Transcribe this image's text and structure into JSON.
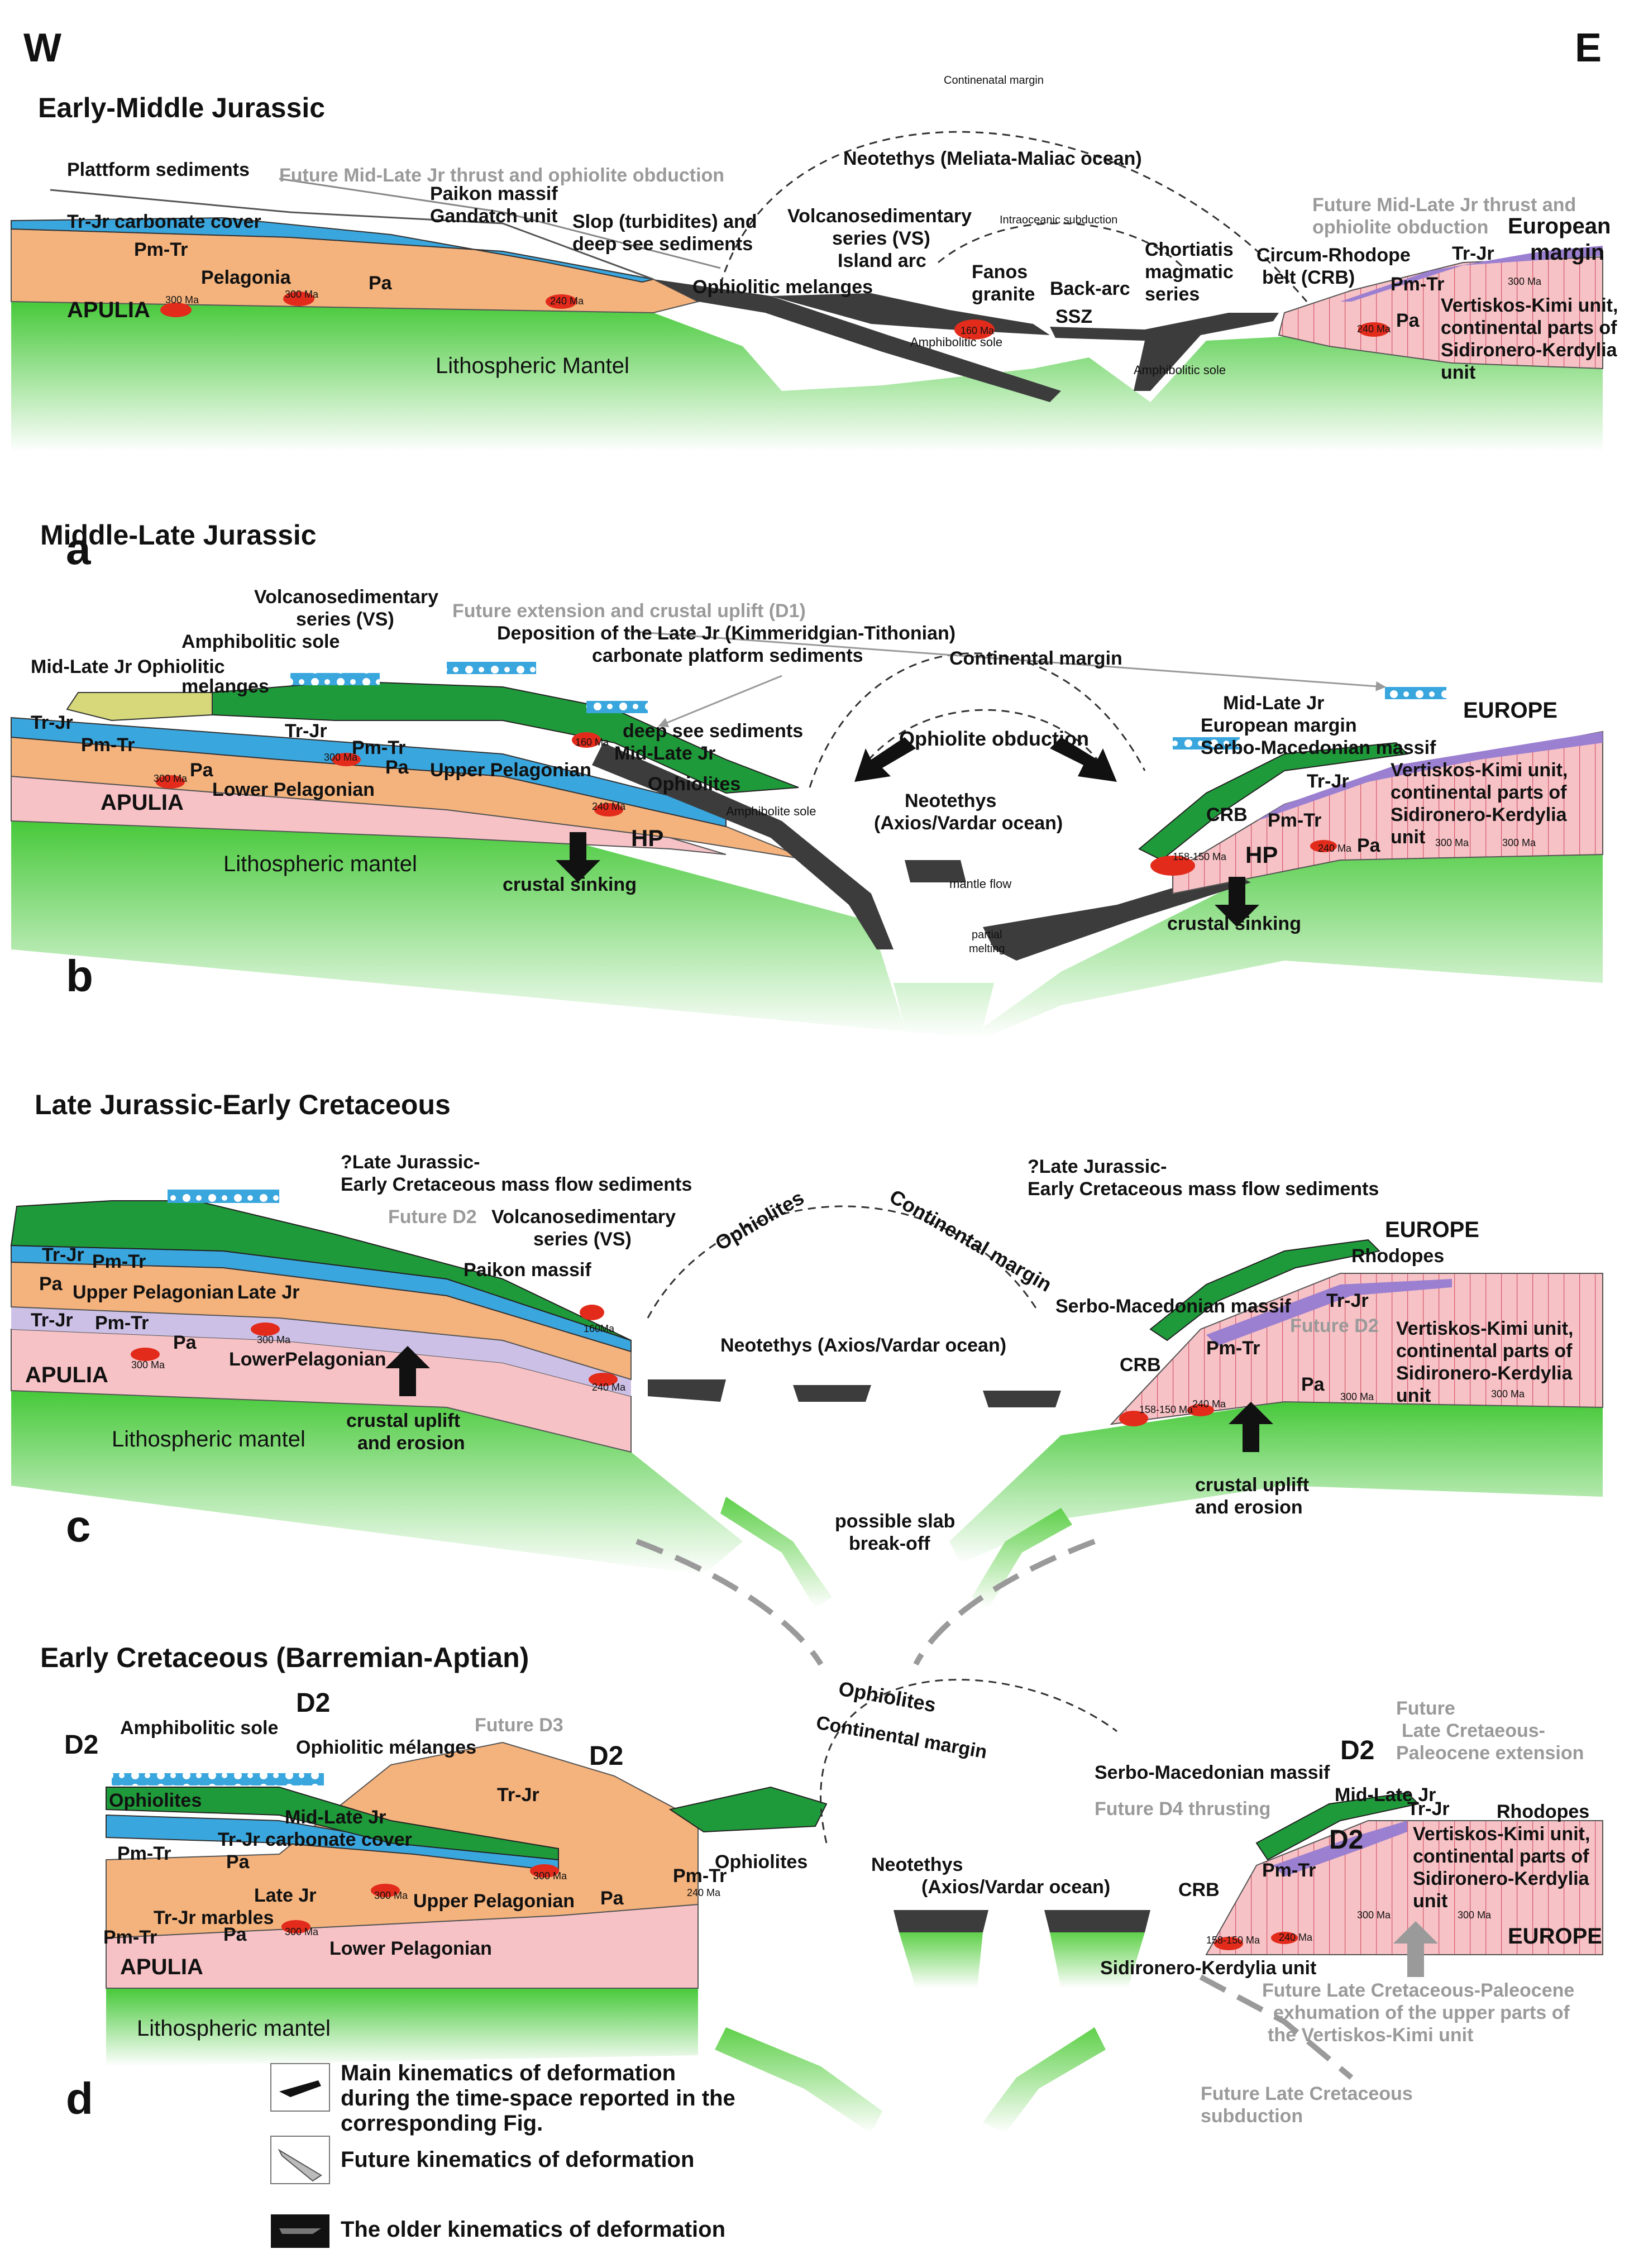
{
  "compass": {
    "west": "W",
    "east": "E"
  },
  "panels": {
    "a": {
      "letter": "a",
      "title": "Early-Middle Jurassic",
      "labels": {
        "platform": "Plattform sediments",
        "future_thrust": "Future Mid-Late Jr thrust and ophiolite obduction",
        "paikon": "Paikon massif",
        "gandatch": "Gandatch unit",
        "trjr_cover": "Tr-Jr carbonate cover",
        "pmtr": "Pm-Tr",
        "pelagonia": "Pelagonia",
        "pa": "Pa",
        "apulia": "APULIA",
        "ma300a": "300 Ma",
        "ma300b": "300 Ma",
        "ma240": "240 Ma",
        "slop1": "Slop (turbidites) and",
        "slop2": "deep see sediments",
        "ophiolitic_melanges": "Ophiolitic melanges",
        "lith": "Lithospheric Mantel",
        "cont_margin": "Continenatal margin",
        "neotethys": "Neotethys (Meliata-Maliac ocean)",
        "vs1": "Volcanosedimentary",
        "vs2": "series (VS)",
        "island_arc": "Island arc",
        "intraoceanic": "Intraoceanic subduction",
        "fanos1": "Fanos",
        "fanos2": "granite",
        "ma160": "160 Ma",
        "backarc": "Back-arc",
        "ssz": "SSZ",
        "amph_sole1": "Amphibolitic sole",
        "amph_sole2": "Amphibolitic sole",
        "chortiatis1": "Chortiatis",
        "chortiatis2": "magmatic",
        "chortiatis3": "series",
        "future_e1": "Future Mid-Late Jr thrust and",
        "future_e2": "ophiolite obduction",
        "crb1": "Circum-Rhodope",
        "crb2": "belt (CRB)",
        "european1": "European",
        "european2": "margin",
        "trjr_e": "Tr-Jr",
        "pmtr_e": "Pm-Tr",
        "pa_e": "Pa",
        "ma300e": "300 Ma",
        "ma240e": "240 Ma",
        "vk1": "Vertiskos-Kimi unit,",
        "vk2": "continental parts of",
        "vk3": "Sidironero-Kerdylia",
        "vk4": "unit"
      }
    },
    "b": {
      "letter": "b",
      "title": "Middle-Late Jurassic",
      "labels": {
        "vs1": "Volcanosedimentary",
        "vs2": "series (VS)",
        "future_ext": "Future extension and crustal uplift (D1)",
        "amph_sole": "Amphibolitic sole",
        "deposition1": "Deposition of the Late Jr (Kimmeridgian-Tithonian)",
        "deposition2": "carbonate platform sediments",
        "midlate_oph1": "Mid-Late Jr Ophiolitic",
        "midlate_oph2": "melanges",
        "trjr": "Tr-Jr",
        "pmtr": "Pm-Tr",
        "trjr2": "Tr-Jr",
        "pmtr2": "Pm-Tr",
        "pa": "Pa",
        "pa2": "Pa",
        "ma300a": "300 Ma",
        "ma300b": "300 Ma",
        "ma240": "240 Ma",
        "ma160": "160 Ma",
        "apulia": "APULIA",
        "lower_pel": "Lower Pelagonian",
        "upper_pel": "Upper Pelagonian",
        "deep_see": "deep see sediments",
        "midlate": "Mid-Late Jr",
        "ophiolites": "Ophiolites",
        "amph_sole2": "Amphibolite sole",
        "hp": "HP",
        "lith": "Lithospheric mantel",
        "crustal_sinking": "crustal sinking",
        "cont_margin": "Continental margin",
        "oph_obduction": "Ophiolite obduction",
        "neotethys1": "Neotethys",
        "neotethys2": "(Axios/Vardar ocean)",
        "mantle_flow": "mantle flow",
        "partial1": "partial",
        "partial2": "melting",
        "midlate_e": "Mid-Late Jr",
        "eur_margin": "European margin",
        "serbo": "Serbo-Macedonian massif",
        "europe": "EUROPE",
        "crb": "CRB",
        "trjr_e": "Tr-Jr",
        "pmtr_e": "Pm-Tr",
        "pa_e": "Pa",
        "ma158": "158-150 Ma",
        "ma240e": "240 Ma",
        "ma300e1": "300 Ma",
        "ma300e2": "300 Ma",
        "hp_e": "HP",
        "crustal_sinking_e": "crustal sinking",
        "vk1": "Vertiskos-Kimi unit,",
        "vk2": "continental parts of",
        "vk3": "Sidironero-Kerdylia",
        "vk4": "unit"
      }
    },
    "c": {
      "letter": "c",
      "title": "Late Jurassic-Early Cretaceous",
      "labels": {
        "mass1": "?Late Jurassic-",
        "mass2": "Early Cretaceous mass flow sediments",
        "future_d2": "Future D2",
        "vs1": "Volcanosedimentary",
        "vs2": "series (VS)",
        "paikon": "Paikon massif",
        "trjr": "Tr-Jr",
        "pmtr": "Pm-Tr",
        "pa": "Pa",
        "upper_pel": "Upper Pelagonian",
        "late_jr": "Late Jr",
        "trjr2": "Tr-Jr",
        "pmtr2": "Pm-Tr",
        "pa2": "Pa",
        "ma300a": "300 Ma",
        "ma300b": "300 Ma",
        "ma240": "240 Ma",
        "ma160": "160Ma",
        "apulia": "APULIA",
        "lower_pel": "LowerPelagonian",
        "uplift1": "crustal uplift",
        "uplift2": "and erosion",
        "lith": "Lithospheric mantel",
        "ophiolites": "Ophiolites",
        "cont_margin": "Continental margin",
        "neotethys": "Neotethys (Axios/Vardar ocean)",
        "slab1": "possible slab",
        "slab2": "break-off",
        "mass_e1": "?Late Jurassic-",
        "mass_e2": "Early Cretaceous mass flow sediments",
        "europe": "EUROPE",
        "rhodopes": "Rhodopes",
        "serbo": "Serbo-Macedonian massif",
        "trjr_e": "Tr-Jr",
        "future_d2_e": "Future D2",
        "pmtr_e": "Pm-Tr",
        "crb": "CRB",
        "pa_e": "Pa",
        "ma158": "158-150 Ma",
        "ma240e": "240 Ma",
        "ma300e1": "300 Ma",
        "ma300e2": "300 Ma",
        "vk1": "Vertiskos-Kimi unit,",
        "vk2": "continental parts of",
        "vk3": "Sidironero-Kerdylia",
        "vk4": "unit",
        "uplift_e1": "crustal uplift",
        "uplift_e2": "and erosion"
      }
    },
    "d": {
      "letter": "d",
      "title": "Early Cretaceous (Barremian-Aptian)",
      "labels": {
        "d2a": "D2",
        "d2b": "D2",
        "d2c": "D2",
        "amph_sole": "Amphibolitic sole",
        "oph_melanges": "Ophiolitic mélanges",
        "future_d3": "Future D3",
        "ophiolites": "Ophiolites",
        "midlate": "Mid-Late Jr",
        "trjr_cover": "Tr-Jr carbonate cover",
        "trjr": "Tr-Jr",
        "pmtr": "Pm-Tr",
        "pa": "Pa",
        "pa2": "Pa",
        "pa3": "Pa",
        "late_jr": "Late Jr",
        "upper_pel": "Upper Pelagonian",
        "trjr_marbles": "Tr-Jr marbles",
        "pmtr2": "Pm-Tr",
        "pmtr3": "Pm-Tr",
        "apulia": "APULIA",
        "lower_pel": "Lower Pelagonian",
        "lith": "Lithospheric mantel",
        "ma300a": "300 Ma",
        "ma300b": "300 Ma",
        "ma300c": "300 Ma",
        "ma240": "240 Ma",
        "ophiolites_e": "Ophiolites",
        "ophiolites_top": "Ophiolites",
        "cont_margin": "Continental margin",
        "neotethys1": "Neotethys",
        "neotethys2": "(Axios/Vardar ocean)",
        "serbo": "Serbo-Macedonian massif",
        "d2_e": "D2",
        "d2_e2": "D2",
        "future_ext1": "Future",
        "future_ext2": "Late Cretaeous-",
        "future_ext3": "Paleocene extension",
        "future_d4": "Future D4 thrusting",
        "midlate_e": "Mid-Late Jr",
        "trjr_e": "Tr-Jr",
        "rhodopes": "Rhodopes",
        "crb": "CRB",
        "pmtr_e": "Pm-Tr",
        "vk1": "Vertiskos-Kimi unit,",
        "vk2": "continental parts of",
        "vk3": "Sidironero-Kerdylia",
        "vk4": "unit",
        "europe": "EUROPE",
        "ma158": "158-150 Ma",
        "ma240e": "240 Ma",
        "ma300e1": "300 Ma",
        "ma300e2": "300 Ma",
        "sidironero": "Sidironero-Kerdylia unit",
        "exhum1": "Future Late Cretaceous-Paleocene",
        "exhum2": "exhumation of the upper  parts of",
        "exhum3": "the Vertiskos-Kimi unit",
        "future_sub1": "Future Late Cretaceous",
        "future_sub2": "subduction"
      }
    }
  },
  "legend": {
    "main1": "Main kinematics of deformation",
    "main2": "during the time-space reported in the",
    "main3": "corresponding Fig.",
    "future": "Future kinematics of deformation",
    "older": "The older kinematics of deformation"
  },
  "colors": {
    "mantle": "#4ccc3a",
    "pelagonia": "#f4b27c",
    "carbonate": "#3aa6de",
    "basement": "#f7c2c6",
    "ophiolite": "#1f9a3a",
    "oceanic": "#3c3c3c",
    "purple": "#9b7fd0",
    "granite": "#e32b1c"
  }
}
